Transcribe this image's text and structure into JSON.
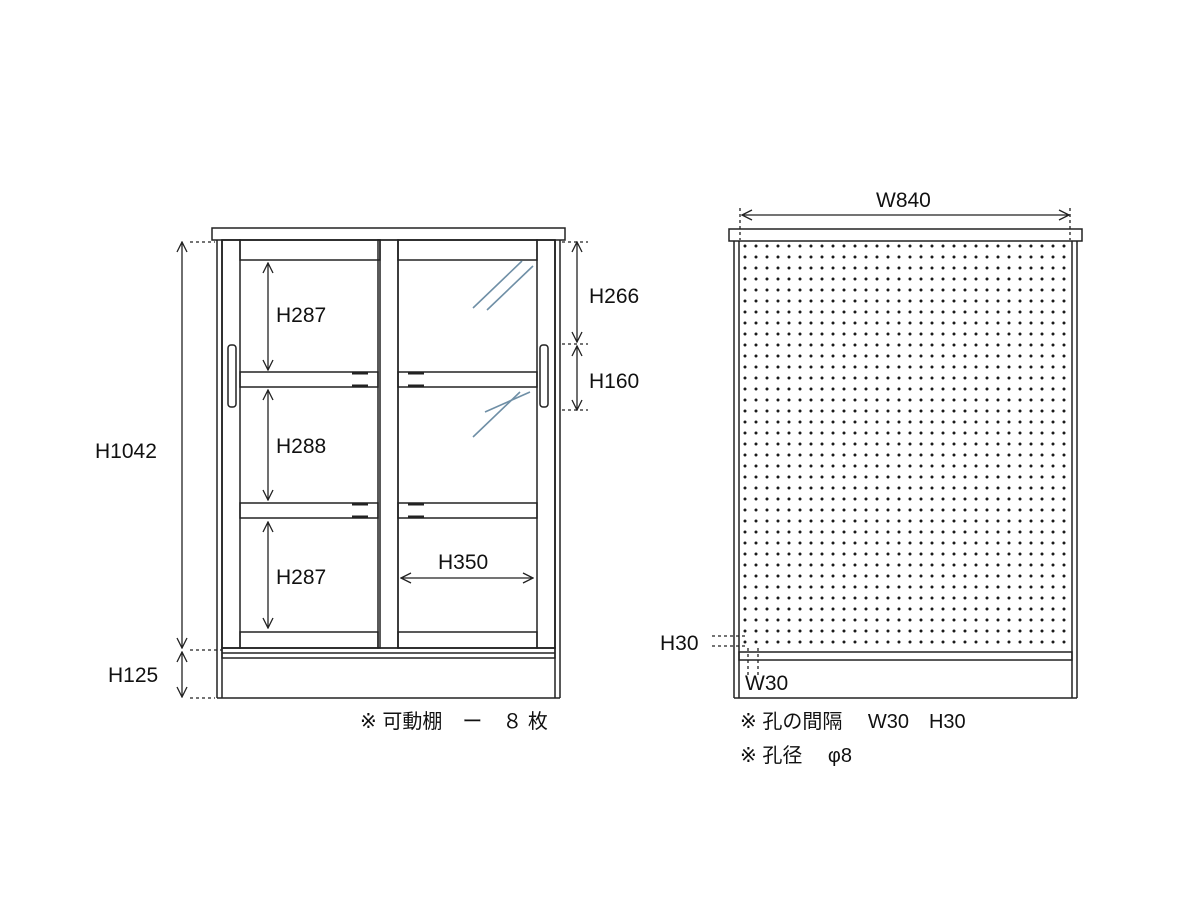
{
  "front_view": {
    "dimensions": {
      "overall_height": "H1042",
      "plinth_height": "H125",
      "shelf_upper": "H287",
      "shelf_middle": "H288",
      "shelf_lower": "H287",
      "inner_width": "H350",
      "door_upper": "H266",
      "handle": "H160"
    },
    "note": "※ 可動棚　ー　８ 枚"
  },
  "back_view": {
    "dimensions": {
      "width": "W840",
      "hole_pitch_h": "H30",
      "hole_pitch_w": "W30"
    },
    "notes": {
      "hole_spacing": "※ 孔の間隔　 W30　H30",
      "hole_diameter": "※ 孔径　 φ8"
    }
  },
  "colors": {
    "line": "#222222",
    "glass_reflection": "#6f8fa6",
    "dots": "#1a1a1a"
  }
}
